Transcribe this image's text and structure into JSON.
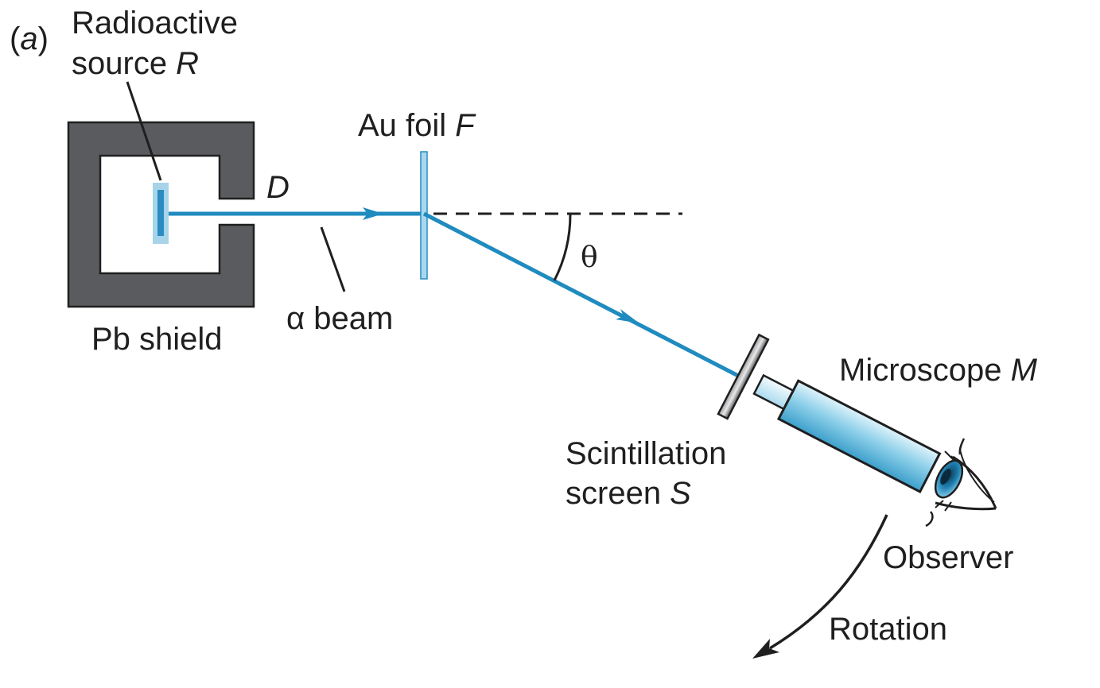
{
  "figure": {
    "part_label_open": "(",
    "part_label_letter": "a",
    "part_label_close": ")"
  },
  "labels": {
    "source_line1": "Radioactive",
    "source_line2_text": "source ",
    "source_line2_var": "R",
    "opening": "D",
    "foil_text": "Au foil ",
    "foil_var": "F",
    "shield": "Pb shield",
    "beam_symbol": "α",
    "beam_text": " beam",
    "angle": "θ",
    "microscope_text": "Microscope ",
    "microscope_var": "M",
    "screen_line1": "Scintillation",
    "screen_line2_text": "screen ",
    "screen_line2_var": "S",
    "observer": "Observer",
    "rotation": "Rotation"
  },
  "colors": {
    "shield": "#5a5b5e",
    "beam": "#1f8bbf",
    "foil": "#a8d8ef",
    "source_outer": "#a8d4ea",
    "source_inner": "#2a8cc0",
    "microscope_light": "#dff3fb",
    "microscope_mid": "#8ccfe9",
    "microscope_dark": "#4ab0da",
    "ink": "#1f1f1f"
  },
  "icons": {
    "eye": "observer-eye-icon"
  }
}
